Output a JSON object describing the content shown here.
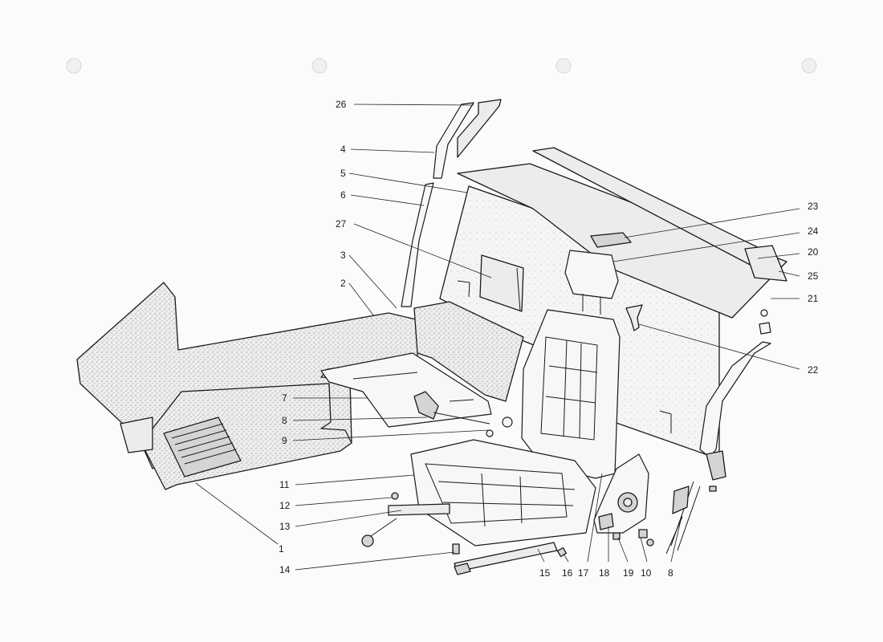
{
  "diagram": {
    "callouts": [
      {
        "id": "c26",
        "label": "26"
      },
      {
        "id": "c4",
        "label": "4"
      },
      {
        "id": "c5",
        "label": "5"
      },
      {
        "id": "c6",
        "label": "6"
      },
      {
        "id": "c27",
        "label": "27"
      },
      {
        "id": "c3",
        "label": "3"
      },
      {
        "id": "c2",
        "label": "2"
      },
      {
        "id": "c7",
        "label": "7"
      },
      {
        "id": "c8a",
        "label": "8"
      },
      {
        "id": "c9",
        "label": "9"
      },
      {
        "id": "c11",
        "label": "11"
      },
      {
        "id": "c12",
        "label": "12"
      },
      {
        "id": "c13",
        "label": "13"
      },
      {
        "id": "c1",
        "label": "1"
      },
      {
        "id": "c14",
        "label": "14"
      },
      {
        "id": "c15",
        "label": "15"
      },
      {
        "id": "c16",
        "label": "16"
      },
      {
        "id": "c17",
        "label": "17"
      },
      {
        "id": "c18",
        "label": "18"
      },
      {
        "id": "c19",
        "label": "19"
      },
      {
        "id": "c10",
        "label": "10"
      },
      {
        "id": "c8b",
        "label": "8"
      },
      {
        "id": "c23",
        "label": "23"
      },
      {
        "id": "c24",
        "label": "24"
      },
      {
        "id": "c20",
        "label": "20"
      },
      {
        "id": "c25",
        "label": "25"
      },
      {
        "id": "c21",
        "label": "21"
      },
      {
        "id": "c22",
        "label": "22"
      }
    ]
  }
}
